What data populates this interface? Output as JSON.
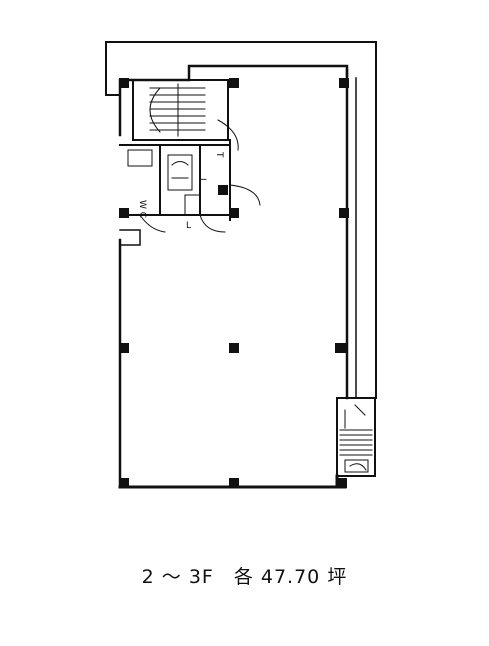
{
  "plan": {
    "caption": "2 ～ 3F　各 47.70 坪",
    "room_labels": {
      "wc_main": "W C",
      "wc_small": "　",
      "t_mark": "T",
      "left_mark_1": "L",
      "left_mark_2": "L"
    }
  }
}
